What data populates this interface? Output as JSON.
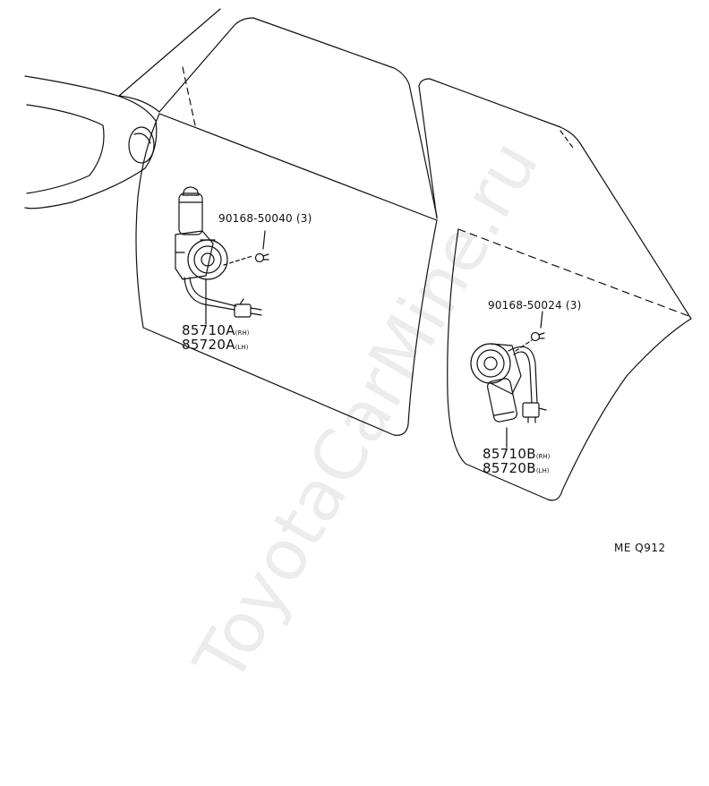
{
  "labels": {
    "front_bolt": "90168-50040",
    "front_bolt_qty": "(3)",
    "front_motor_rh": "85710A",
    "front_motor_rh_side": "(RH)",
    "front_motor_lh": "85720A",
    "front_motor_lh_side": "(LH)",
    "rear_bolt": "90168-50024",
    "rear_bolt_qty": "(3)",
    "rear_motor_rh": "85710B",
    "rear_motor_rh_side": "(RH)",
    "rear_motor_lh": "85720B",
    "rear_motor_lh_side": "(LH)",
    "diagram_code": "ME Q912"
  },
  "watermark": "ToyotaCarMine.ru",
  "colors": {
    "line": "#111111",
    "background": "#ffffff",
    "watermark": "#000000"
  }
}
